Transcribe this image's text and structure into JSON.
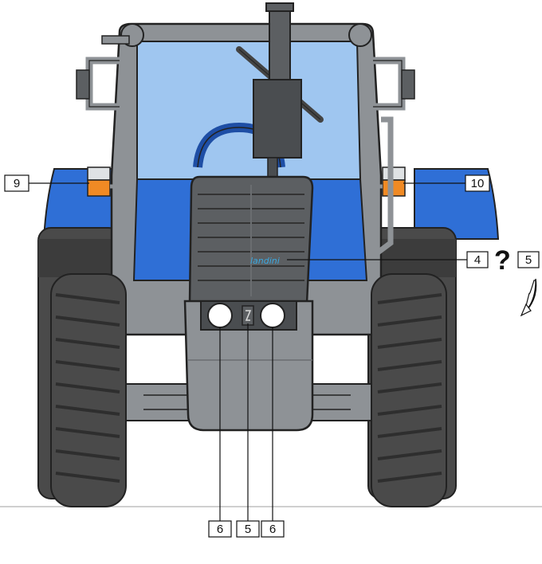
{
  "diagram": {
    "brand_label": "landini",
    "callouts": {
      "left_indicator": "9",
      "right_indicator": "10",
      "front_emblem": "4",
      "question_mark": "?",
      "next_page_ref": "5",
      "headlight_left": "6",
      "center_lamp": "5",
      "headlight_right": "6"
    }
  },
  "colors": {
    "body_blue": "#2f6fd6",
    "body_blue_dark": "#1e4ea5",
    "glass": "#9fc6f0",
    "frame_gray": "#8e9296",
    "hood_gray": "#5c5f62",
    "tire": "#4a4a4a",
    "indicator_orange": "#f08a24"
  }
}
